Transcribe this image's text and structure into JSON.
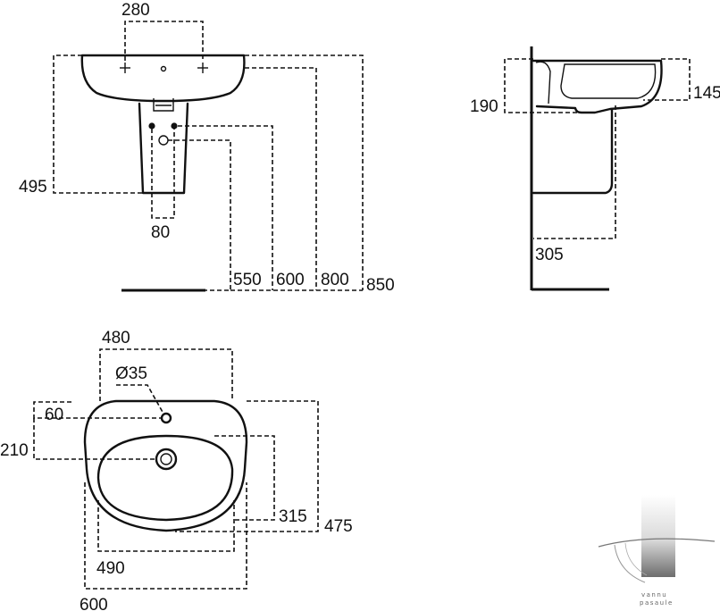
{
  "front_view": {
    "dims": [
      "280",
      "495",
      "80",
      "550",
      "600",
      "800",
      "850"
    ]
  },
  "side_view": {
    "dims": [
      "190",
      "145",
      "305"
    ]
  },
  "top_view": {
    "dims": [
      "480",
      "Ø35",
      "60",
      "210",
      "315",
      "475",
      "490",
      "600"
    ]
  },
  "logo": {
    "line1": "vannu",
    "line2": "pasaule"
  }
}
